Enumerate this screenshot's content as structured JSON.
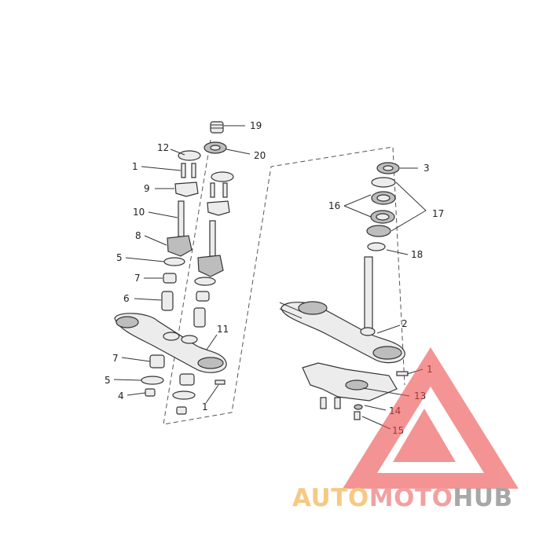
{
  "callouts": {
    "c1a": "1",
    "c9": "9",
    "c10": "10",
    "c8": "8",
    "c5a": "5",
    "c7a": "7",
    "c6": "6",
    "c11": "11",
    "c7b": "7",
    "c5b": "5",
    "c4": "4",
    "c1b": "1",
    "c12": "12",
    "c19": "19",
    "c20": "20",
    "c3": "3",
    "c16": "16",
    "c17": "17",
    "c18": "18",
    "c2": "2",
    "c1c": "1",
    "c13": "13",
    "c14": "14",
    "c15": "15"
  },
  "watermark": {
    "word1": "AUTO",
    "word2": "MOTO",
    "word3": "HUB",
    "color_auto": "#f6c983",
    "color_moto": "#f2a0a0",
    "color_hub": "#a7a7a7",
    "triangle_color": "#ee4c4c"
  }
}
